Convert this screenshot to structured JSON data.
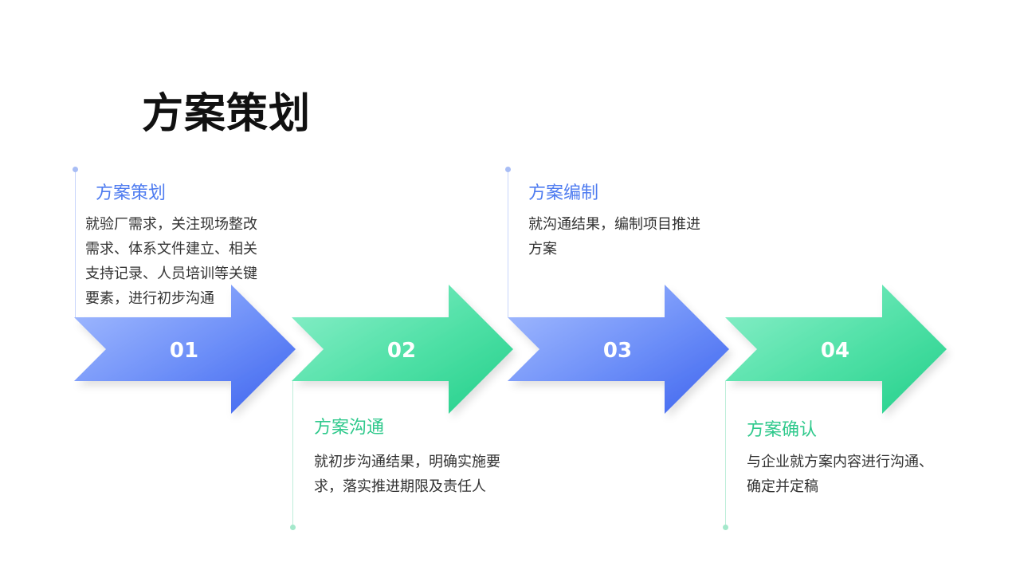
{
  "page_title": "方案策划",
  "colors": {
    "blue": "#4f7cf0",
    "green": "#2fc98c"
  },
  "steps": [
    {
      "number": "01",
      "title": "方案策划",
      "desc_lines": [
        "就验厂需求，关注现场整改",
        "需求、体系文件建立、相关",
        "支持记录、人员培训等关键",
        "要素，进行初步沟通"
      ],
      "color": "blue"
    },
    {
      "number": "02",
      "title": "方案沟通",
      "desc_lines": [
        "就初步沟通结果，明确实施要",
        "求，落实推进期限及责任人"
      ],
      "color": "green"
    },
    {
      "number": "03",
      "title": "方案编制",
      "desc_lines": [
        "就沟通结果，编制项目推进",
        "方案"
      ],
      "color": "blue"
    },
    {
      "number": "04",
      "title": "方案确认",
      "desc_lines": [
        "与企业就方案内容进行沟通、",
        "确定并定稿"
      ],
      "color": "green"
    }
  ]
}
